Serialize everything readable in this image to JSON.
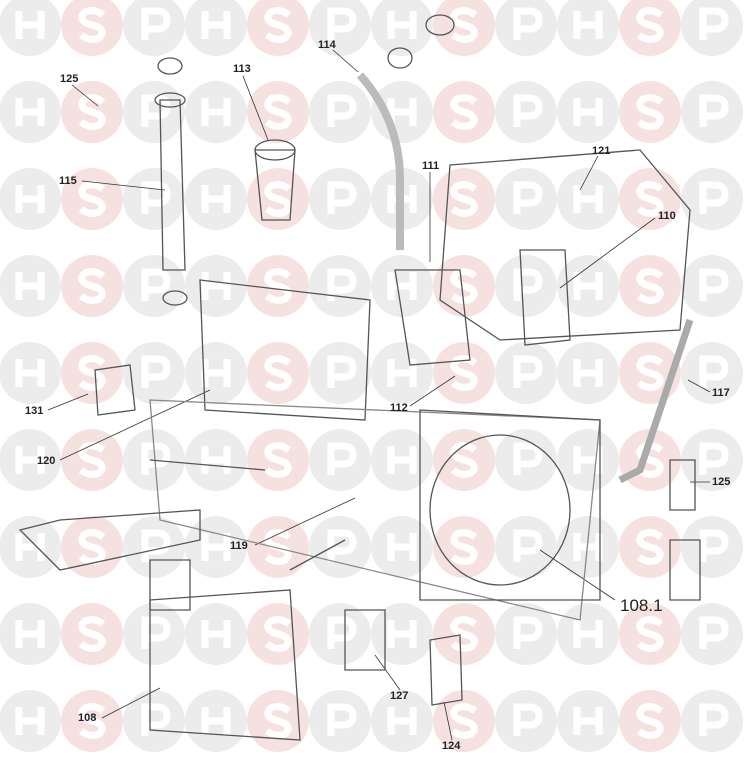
{
  "watermark": {
    "letters": [
      "H",
      "S",
      "P"
    ],
    "colors": {
      "H": "#ececec",
      "S": "#f6e1e1",
      "P": "#ececec"
    }
  },
  "callouts": [
    {
      "id": "114",
      "text": "114"
    },
    {
      "id": "125a",
      "text": "125"
    },
    {
      "id": "113",
      "text": "113"
    },
    {
      "id": "111",
      "text": "111"
    },
    {
      "id": "121",
      "text": "121"
    },
    {
      "id": "115",
      "text": "115"
    },
    {
      "id": "110",
      "text": "110"
    },
    {
      "id": "117",
      "text": "117"
    },
    {
      "id": "131",
      "text": "131"
    },
    {
      "id": "112",
      "text": "112"
    },
    {
      "id": "120",
      "text": "120"
    },
    {
      "id": "125b",
      "text": "125"
    },
    {
      "id": "119",
      "text": "119"
    },
    {
      "id": "108_1",
      "text": "108.1"
    },
    {
      "id": "127",
      "text": "127"
    },
    {
      "id": "108",
      "text": "108"
    },
    {
      "id": "124",
      "text": "124"
    }
  ]
}
